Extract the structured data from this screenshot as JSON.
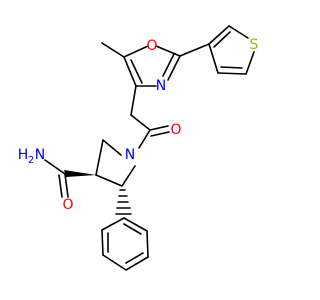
{
  "molecule": {
    "atoms": {
      "oxazole_oxygen": "O",
      "oxazole_nitrogen": "N",
      "thiophene_sulfur": "S",
      "carbonyl_oxygen": "O",
      "pyrrolidine_nitrogen": "N",
      "amide_oxygen": "O",
      "amide_nitrogen_main": "H",
      "amide_nitrogen_n": "N",
      "amide_nitrogen_sub": "2"
    },
    "colors": {
      "bond": "#000000",
      "oxygen": "#ff0000",
      "nitrogen": "#0000ff",
      "sulfur": "#b2b200"
    }
  }
}
